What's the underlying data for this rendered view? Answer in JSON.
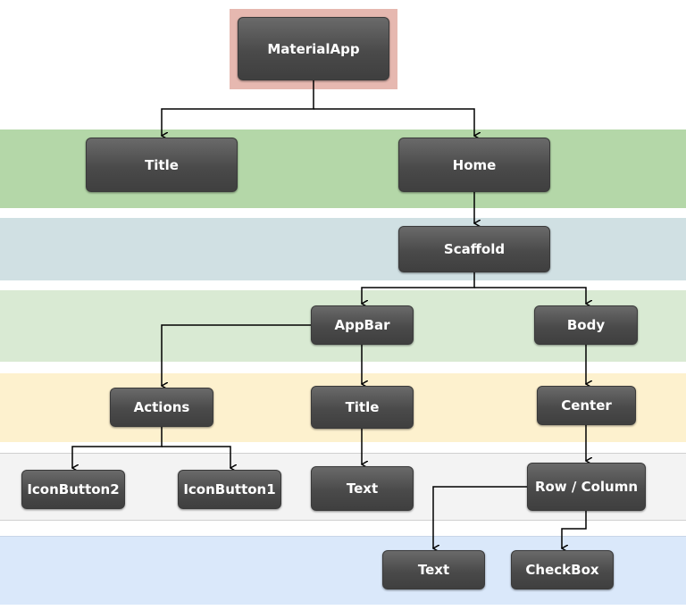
{
  "colors": {
    "level1_band": "#b4d7a8",
    "level2_band": "#d0e0e3",
    "level3_band": "#d9ead3",
    "level4_band": "#fdf1ce",
    "level5_band": "#f3f3f3",
    "level6_band": "#dae8fa",
    "root_highlight": "#e6b8b0",
    "node_fill": "#4f4f4f",
    "node_text": "#ffffff",
    "edge": "#000000"
  },
  "nodes": {
    "material_app": "MaterialApp",
    "title": "Title",
    "home": "Home",
    "scaffold": "Scaffold",
    "app_bar": "AppBar",
    "body": "Body",
    "actions": "Actions",
    "appbar_title": "Title",
    "center": "Center",
    "icon_button2": "IconButton2",
    "icon_button1": "IconButton1",
    "title_text": "Text",
    "row_column": "Row / Column",
    "row_text": "Text",
    "checkbox": "CheckBox"
  }
}
